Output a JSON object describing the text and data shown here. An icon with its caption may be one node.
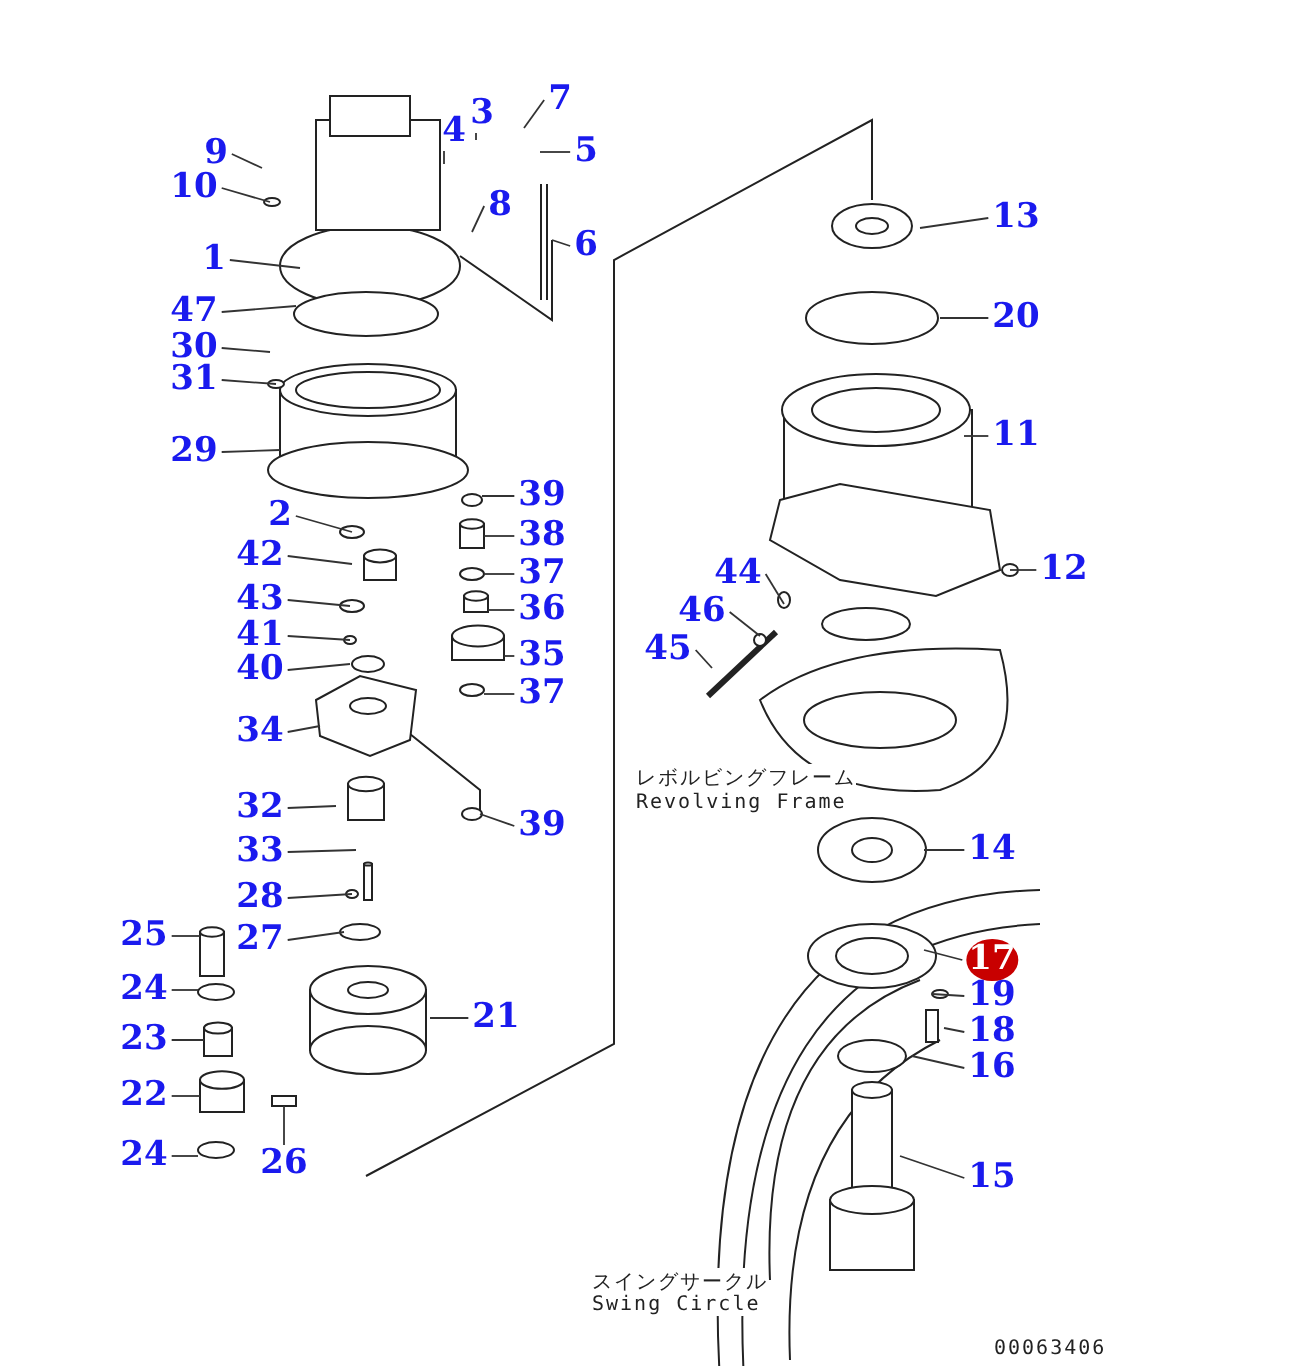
{
  "diagram": {
    "nodes": [
      {
        "text": [
          "9"
        ]
      },
      {
        "text": [
          "10"
        ]
      },
      {
        "text": [
          "1"
        ]
      },
      {
        "text": [
          "47"
        ]
      },
      {
        "text": [
          "30"
        ]
      },
      {
        "text": [
          "31"
        ]
      },
      {
        "text": [
          "29"
        ]
      },
      {
        "text": [
          "3"
        ]
      },
      {
        "text": [
          "4"
        ]
      },
      {
        "text": [
          "7"
        ]
      },
      {
        "text": [
          "5"
        ]
      },
      {
        "text": [
          "8"
        ]
      },
      {
        "text": [
          "6"
        ]
      },
      {
        "text": [
          "2"
        ]
      },
      {
        "text": [
          "42"
        ]
      },
      {
        "text": [
          "43"
        ]
      },
      {
        "text": [
          "41"
        ]
      },
      {
        "text": [
          "40"
        ]
      },
      {
        "text": [
          "34"
        ]
      },
      {
        "text": [
          "32"
        ]
      },
      {
        "text": [
          "33"
        ]
      },
      {
        "text": [
          "28"
        ]
      },
      {
        "text": [
          "27"
        ]
      },
      {
        "text": [
          "25"
        ]
      },
      {
        "text": [
          "24"
        ]
      },
      {
        "text": [
          "23"
        ]
      },
      {
        "text": [
          "22"
        ]
      },
      {
        "text": [
          "24"
        ]
      },
      {
        "text": [
          "26"
        ]
      },
      {
        "text": [
          "21"
        ]
      },
      {
        "text": [
          "39"
        ]
      },
      {
        "text": [
          "38"
        ]
      },
      {
        "text": [
          "37"
        ]
      },
      {
        "text": [
          "36"
        ]
      },
      {
        "text": [
          "35"
        ]
      },
      {
        "text": [
          "37"
        ]
      },
      {
        "text": [
          "39"
        ]
      },
      {
        "text": [
          "13"
        ]
      },
      {
        "text": [
          "20"
        ]
      },
      {
        "text": [
          "11"
        ]
      },
      {
        "text": [
          "12"
        ]
      },
      {
        "text": [
          "44"
        ]
      },
      {
        "text": [
          "46"
        ]
      },
      {
        "text": [
          "45"
        ]
      },
      {
        "text": [
          "14"
        ]
      },
      {
        "text": [
          "17"
        ]
      },
      {
        "text": [
          "19"
        ]
      },
      {
        "text": [
          "18"
        ]
      },
      {
        "text": [
          "16"
        ]
      },
      {
        "text": [
          "15"
        ]
      },
      {
        "text": [],
        "shape": "cylinder"
      },
      {
        "text": [],
        "shape": "cylinder"
      },
      {
        "text": [],
        "shape": "cylinder"
      },
      {
        "text": [],
        "shape": "circle"
      },
      {
        "text": [],
        "shape": "cylinder"
      },
      {
        "text": [],
        "shape": "cylinder"
      },
      {
        "text": [],
        "shape": "circle"
      },
      {
        "text": [],
        "shape": "circle"
      },
      {
        "text": [],
        "shape": "circle"
      },
      {
        "text": [],
        "shape": "cylinder"
      },
      {
        "text": [],
        "shape": "circle"
      },
      {
        "text": [],
        "shape": "box"
      }
    ],
    "edges": [
      {
        "from": 0,
        "to": null,
        "arrow": "none"
      },
      {
        "from": 1,
        "to": null,
        "arrow": "none"
      },
      {
        "from": 2,
        "to": null,
        "arrow": "none"
      },
      {
        "from": 3,
        "to": null,
        "arrow": "none"
      },
      {
        "from": 4,
        "to": null,
        "arrow": "none"
      },
      {
        "from": 5,
        "to": null,
        "arrow": "none"
      },
      {
        "from": 6,
        "to": null,
        "arrow": "none"
      },
      {
        "from": 7,
        "to": null,
        "arrow": "none"
      },
      {
        "from": 8,
        "to": null,
        "arrow": "none"
      },
      {
        "from": 9,
        "to": null,
        "arrow": "none"
      },
      {
        "from": 10,
        "to": null,
        "arrow": "none"
      },
      {
        "from": 11,
        "to": null,
        "arrow": "none"
      },
      {
        "from": 12,
        "to": null,
        "arrow": "none"
      },
      {
        "from": 13,
        "to": null,
        "arrow": "none"
      },
      {
        "from": 14,
        "to": null,
        "arrow": "none"
      },
      {
        "from": 15,
        "to": null,
        "arrow": "none"
      },
      {
        "from": 16,
        "to": null,
        "arrow": "none"
      },
      {
        "from": 17,
        "to": null,
        "arrow": "none"
      },
      {
        "from": 18,
        "to": null,
        "arrow": "none"
      },
      {
        "from": 19,
        "to": null,
        "arrow": "none"
      },
      {
        "from": 20,
        "to": null,
        "arrow": "none"
      },
      {
        "from": 21,
        "to": null,
        "arrow": "none"
      },
      {
        "from": 22,
        "to": null,
        "arrow": "none"
      },
      {
        "from": 23,
        "to": 50,
        "arrow": "none"
      },
      {
        "from": 24,
        "to": 53,
        "arrow": "none"
      },
      {
        "from": 25,
        "to": 54,
        "arrow": "none"
      },
      {
        "from": 26,
        "to": 55,
        "arrow": "none"
      },
      {
        "from": 27,
        "to": 56,
        "arrow": "none"
      },
      {
        "from": 28,
        "to": 61,
        "arrow": "none"
      },
      {
        "from": 29,
        "to": null,
        "arrow": "none"
      },
      {
        "from": 30,
        "to": 57,
        "arrow": "none"
      },
      {
        "from": 31,
        "to": 51,
        "arrow": "none"
      },
      {
        "from": 32,
        "to": 58,
        "arrow": "none"
      },
      {
        "from": 33,
        "to": 52,
        "arrow": "none"
      },
      {
        "from": 34,
        "to": 59,
        "arrow": "none"
      },
      {
        "from": 35,
        "to": 60,
        "arrow": "none"
      },
      {
        "from": 36,
        "to": null,
        "arrow": "none"
      },
      {
        "from": 37,
        "to": null,
        "arrow": "none"
      },
      {
        "from": 38,
        "to": null,
        "arrow": "none"
      },
      {
        "from": 39,
        "to": null,
        "arrow": "none"
      },
      {
        "from": 40,
        "to": null,
        "arrow": "none"
      },
      {
        "from": 41,
        "to": null,
        "arrow": "none"
      },
      {
        "from": 42,
        "to": null,
        "arrow": "none"
      },
      {
        "from": 43,
        "to": null,
        "arrow": "none"
      },
      {
        "from": 44,
        "to": null,
        "arrow": "none"
      },
      {
        "from": 45,
        "to": null,
        "arrow": "none"
      },
      {
        "from": 46,
        "to": null,
        "arrow": "none"
      },
      {
        "from": 47,
        "to": null,
        "arrow": "none"
      },
      {
        "from": 48,
        "to": null,
        "arrow": "none"
      },
      {
        "from": 49,
        "to": null,
        "arrow": "none"
      }
    ],
    "labels": [
      "レボルビングフレーム",
      "Revolving Frame",
      "スイングサークル",
      "Swing Circle",
      "00063406"
    ]
  }
}
